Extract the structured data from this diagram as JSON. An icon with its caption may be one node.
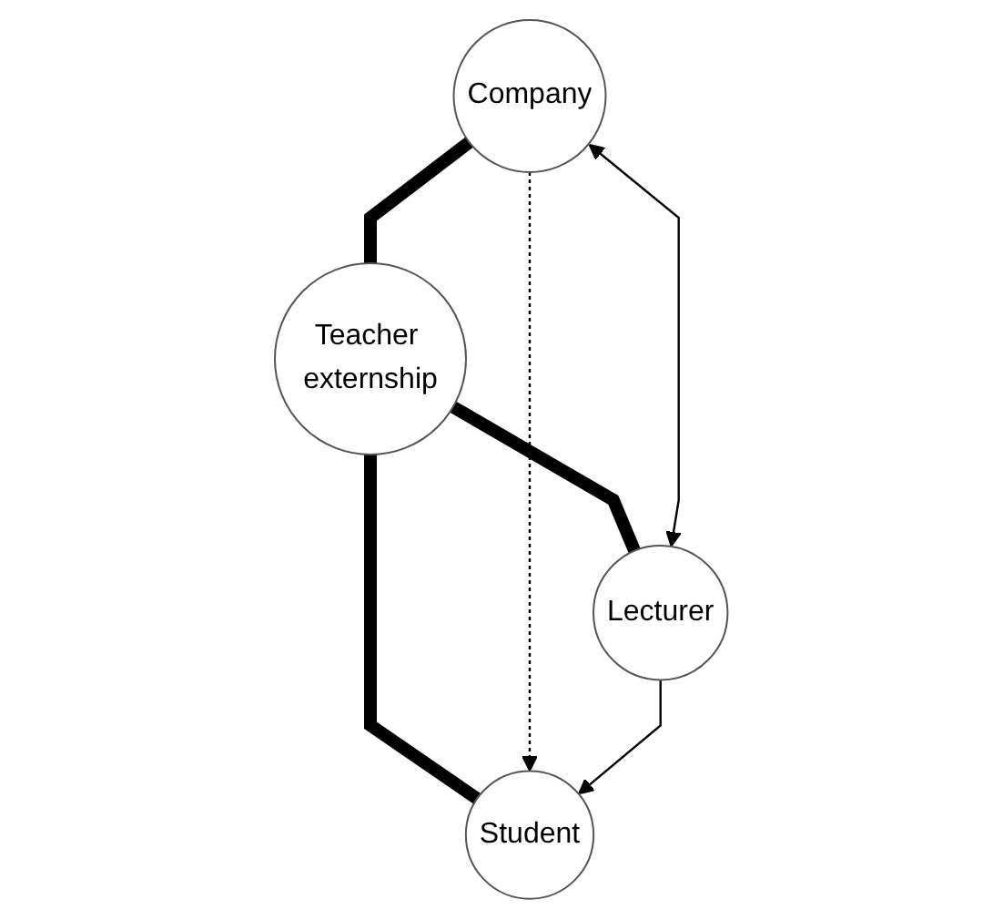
{
  "diagram": {
    "nodes": [
      {
        "text": [
          "Company"
        ]
      },
      {
        "text": [
          "Teacher externship"
        ]
      },
      {
        "text": [
          "Student"
        ]
      },
      {
        "text": [
          "Lecturer"
        ]
      }
    ],
    "edges": [
      {
        "from": 0,
        "to": 1,
        "arrow": "none",
        "style": "thick"
      },
      {
        "from": 1,
        "to": 2,
        "arrow": "none",
        "style": "thick"
      },
      {
        "from": 1,
        "to": 3,
        "arrow": "none",
        "style": "thick"
      },
      {
        "from": 0,
        "to": 2,
        "arrow": "to",
        "style": "dashed"
      },
      {
        "from": 0,
        "to": 3,
        "arrow": "both"
      },
      {
        "from": 3,
        "to": 2,
        "arrow": "to"
      }
    ]
  }
}
